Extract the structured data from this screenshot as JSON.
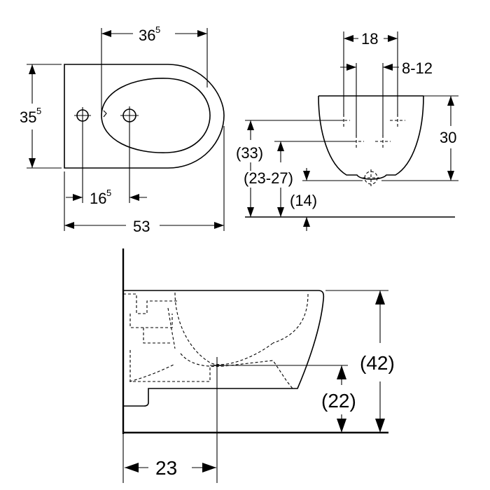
{
  "top_view": {
    "width_label": "53",
    "depth_main": "35",
    "depth_sup": "5",
    "length_main": "36",
    "length_sup": "5",
    "tap_offset_main": "16",
    "tap_offset_sup": "5"
  },
  "front_view": {
    "bolt_spacing": "18",
    "bolt_range": "8-12",
    "height_30": "30",
    "height_33": "(33)",
    "height_23_27": "(23-27)",
    "height_14": "(14)"
  },
  "side_view": {
    "height_42": "(42)",
    "height_22": "(22)",
    "distance_23": "23"
  }
}
